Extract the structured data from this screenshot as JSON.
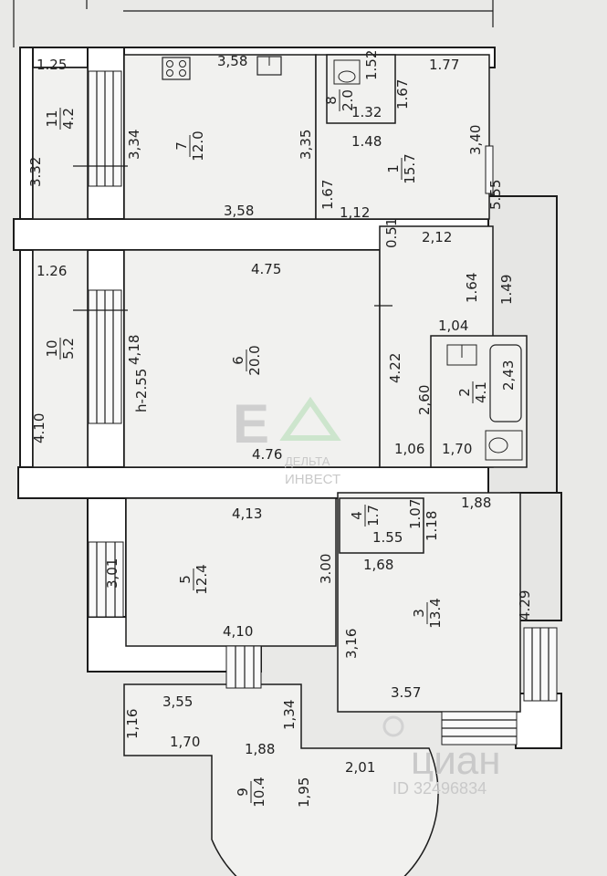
{
  "rooms": [
    {
      "number": "11",
      "area": "4.2"
    },
    {
      "number": "7",
      "area": "12.0"
    },
    {
      "number": "8",
      "area": "2.0"
    },
    {
      "number": "1",
      "area": "15.7"
    },
    {
      "number": "10",
      "area": "5.2"
    },
    {
      "number": "6",
      "area": "20.0"
    },
    {
      "number": "2",
      "area": "4.1"
    },
    {
      "number": "4",
      "area": "1.7"
    },
    {
      "number": "5",
      "area": "12.4"
    },
    {
      "number": "3",
      "area": "13.4"
    },
    {
      "number": "9",
      "area": "10.4"
    }
  ],
  "dimensions": [
    "1.25",
    "3,58",
    "1.52",
    "1.77",
    "1.67",
    "1.32",
    "3,34",
    "3,35",
    "1.48",
    "3,40",
    "3.32",
    "1.67",
    "5.55",
    "3,58",
    "1,12",
    "0.51",
    "2,12",
    "1.26",
    "4.75",
    "1.64",
    "1.49",
    "4,18",
    "4.22",
    "1,04",
    "2,43",
    "2,60",
    "4.10",
    "4.76",
    "1,06",
    "1,70",
    "4,13",
    "1.07",
    "1,88",
    "1.18",
    "1.55",
    "3,01",
    "3.00",
    "1,68",
    "4.29",
    "4,10",
    "3,16",
    "3,55",
    "1,34",
    "3.57",
    "1,16",
    "1,70",
    "1,88",
    "2,01",
    "1,95"
  ],
  "ceiling_height": "h-2.55",
  "watermarks": {
    "agency_line1": "ДЕЛЬТА",
    "agency_line2": "ИНВЕСТ",
    "site": "циан",
    "listing_id": "ID 32496834"
  }
}
